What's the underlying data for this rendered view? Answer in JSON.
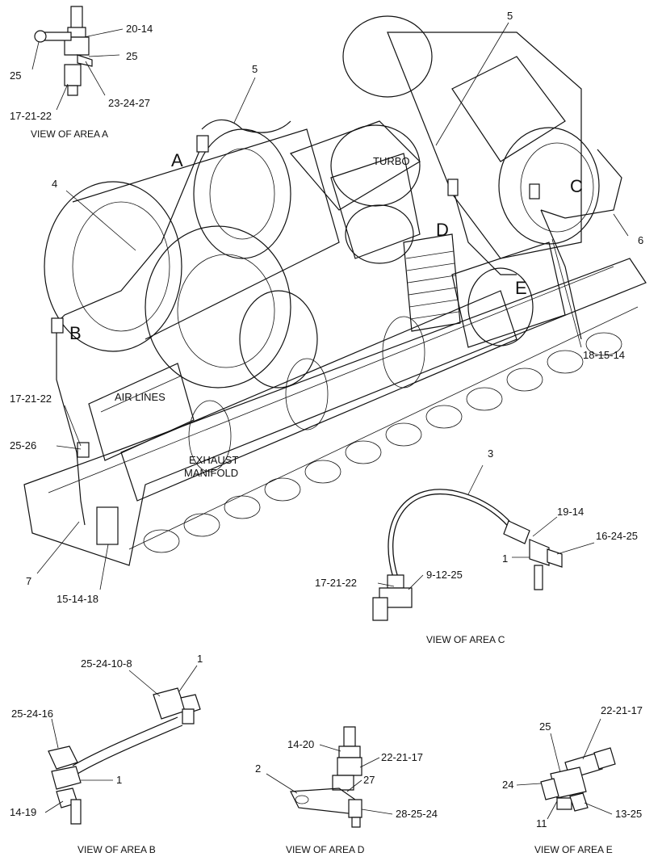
{
  "views": {
    "a": "VIEW OF AREA  A",
    "b": "VIEW OF AREA  B",
    "c": "VIEW OF AREA  C",
    "d": "VIEW OF AREA  D",
    "e": "VIEW OF AREA  E"
  },
  "area_letters": {
    "a": "A",
    "b": "B",
    "c": "C",
    "d": "D",
    "e": "E"
  },
  "component_labels": {
    "turbo": "TURBO",
    "air_lines": "AIR LINES",
    "exhaust_1": "EXHAUST",
    "exhaust_2": "MANIFOLD"
  },
  "callouts": {
    "a_top": "20-14",
    "a_25_right": "25",
    "a_25_left": "25",
    "a_23": "23-24-27",
    "a_17": "17-21-22",
    "main_5_left": "5",
    "main_5_right": "5",
    "main_4": "4",
    "main_6": "6",
    "main_18": "18-15-14",
    "main_17": "17-21-22",
    "main_25_26": "25-26",
    "main_7": "7",
    "main_15": "15-14-18",
    "c_3": "3",
    "c_19": "19-14",
    "c_16": "16-24-25",
    "c_1": "1",
    "c_17": "17-21-22",
    "c_9": "9-12-25",
    "b_25_24_10": "25-24-10-8",
    "b_1_top": "1",
    "b_25_24_16": "25-24-16",
    "b_1_bottom": "1",
    "b_14": "14-19",
    "d_14": "14-20",
    "d_22": "22-21-17",
    "d_2": "2",
    "d_27": "27",
    "d_28": "28-25-24",
    "e_22": "22-21-17",
    "e_25": "25",
    "e_24": "24",
    "e_11": "11",
    "e_13": "13-25"
  }
}
